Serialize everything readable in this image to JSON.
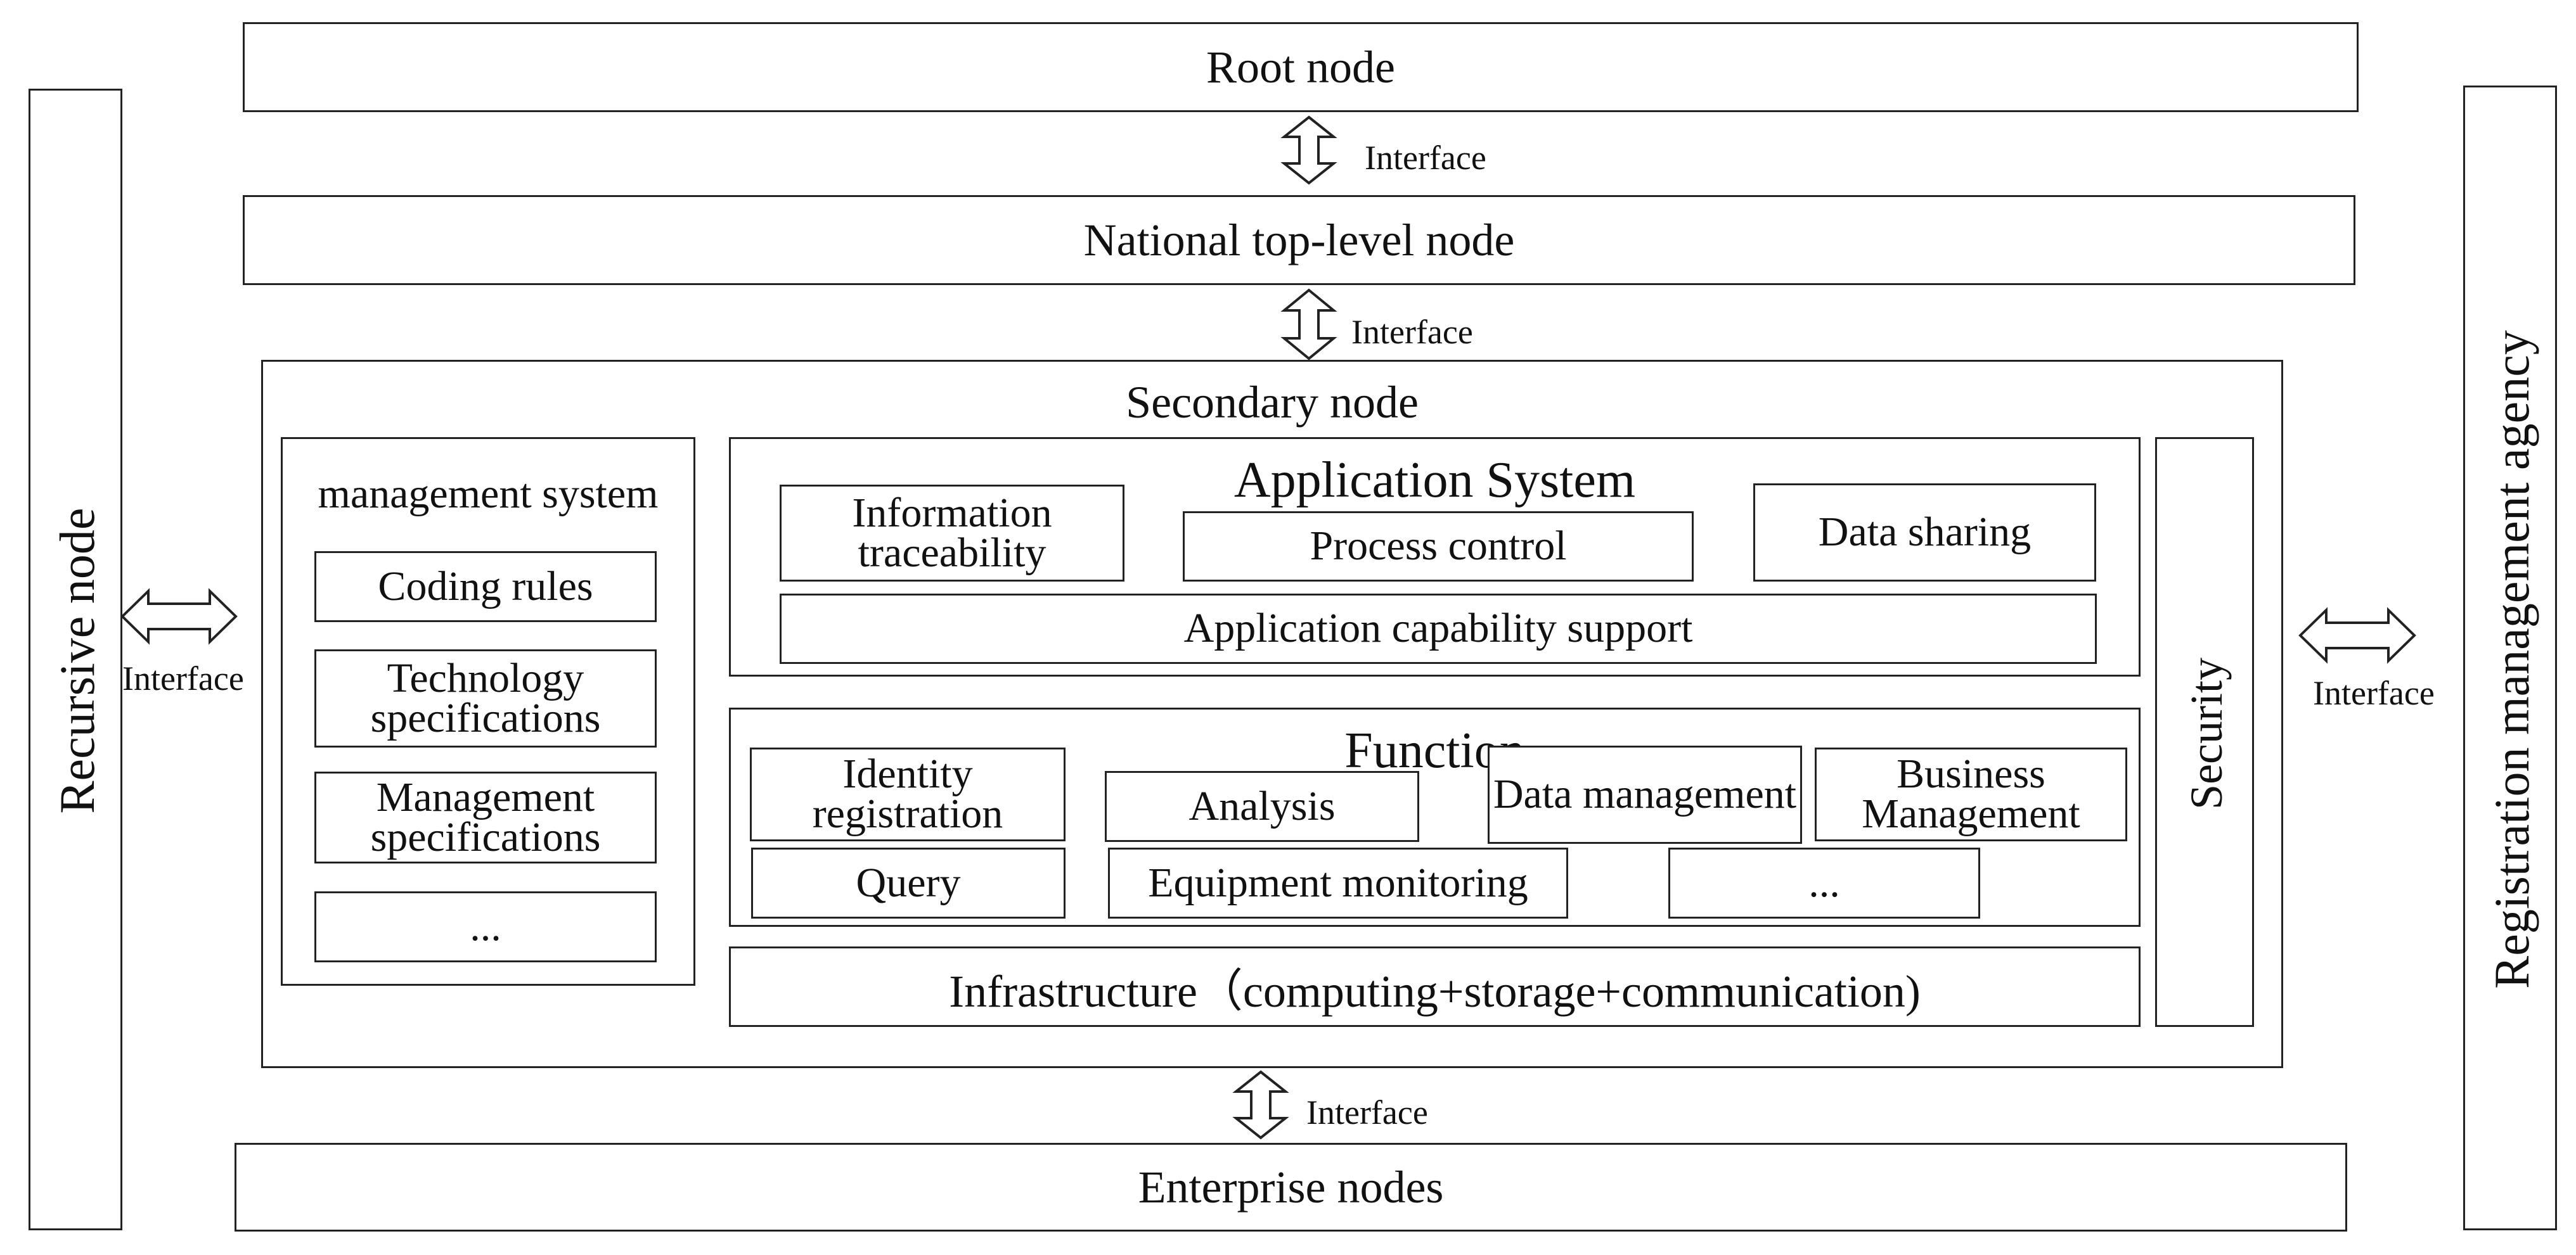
{
  "diagram": {
    "root_node": "Root node",
    "national_node": "National top-level node",
    "secondary_node": {
      "title": "Secondary node",
      "management_system": {
        "title": "management system",
        "items": [
          "Coding rules",
          "Technology specifications",
          "Management specifications",
          "..."
        ]
      },
      "application_system": {
        "title": "Application System",
        "items": [
          "Information traceability",
          "Process control",
          "Data sharing"
        ],
        "support": "Application capability support"
      },
      "function": {
        "title": "Function",
        "items": [
          "Identity registration",
          "Analysis",
          "Data management",
          "Business Management",
          "Query",
          "Equipment monitoring",
          "..."
        ]
      },
      "infrastructure": "Infrastructure（computing+storage+communication)",
      "security": "Security"
    },
    "enterprise_nodes": "Enterprise nodes",
    "recursive_node": "Recursive node",
    "registration_agency": "Registration management agency",
    "interface_label": "Interface",
    "arrow_icon": "double-arrow-icon",
    "colors": {
      "line": "#222222",
      "background": "#ffffff",
      "text": "#111111"
    }
  }
}
